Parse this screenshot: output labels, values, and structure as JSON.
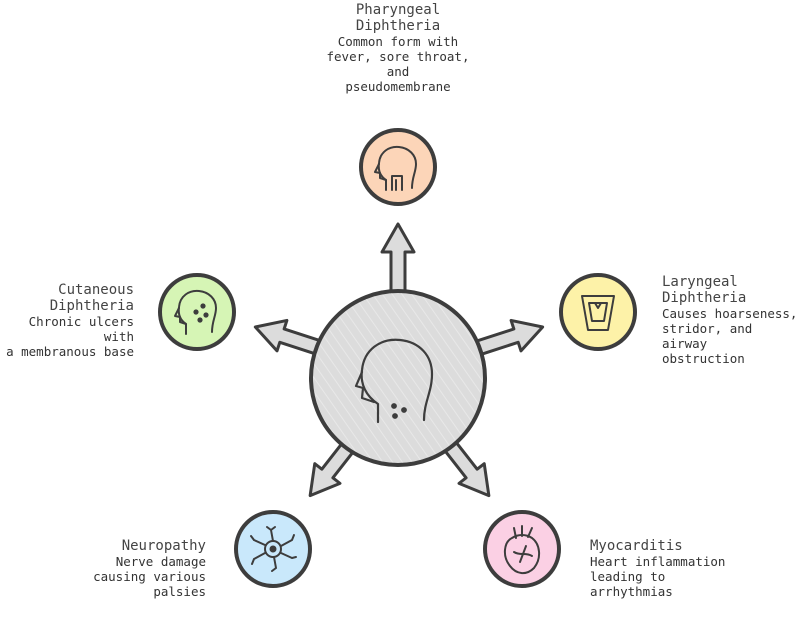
{
  "nodes": {
    "pharyngeal": {
      "title_line1": "Pharyngeal",
      "title_line2": "Diphtheria",
      "desc": [
        "Common form with",
        "fever, sore throat,",
        "and",
        "pseudomembrane"
      ],
      "color": "#fcd5b8",
      "icon": "head-throat-icon"
    },
    "laryngeal": {
      "title_line1": "Laryngeal",
      "title_line2": "Diphtheria",
      "desc": [
        "Causes hoarseness,",
        "stridor, and airway",
        "obstruction"
      ],
      "color": "#fdf2a8",
      "icon": "larynx-icon"
    },
    "myocarditis": {
      "title_line1": "Myocarditis",
      "desc": [
        "Heart inflammation",
        "leading to",
        "arrhythmias"
      ],
      "color": "#fbd0e4",
      "icon": "heart-icon"
    },
    "neuropathy": {
      "title_line1": "Neuropathy",
      "desc": [
        "Nerve damage",
        "causing various",
        "palsies"
      ],
      "color": "#c9e8fb",
      "icon": "neuron-icon"
    },
    "cutaneous": {
      "title_line1": "Cutaneous",
      "title_line2": "Diphtheria",
      "desc": [
        "Chronic ulcers with",
        "a membranous base"
      ],
      "color": "#d6f5b5",
      "icon": "face-lesions-icon"
    }
  },
  "hub": {
    "color": "#dcdcdc",
    "icon": "head-icon"
  }
}
